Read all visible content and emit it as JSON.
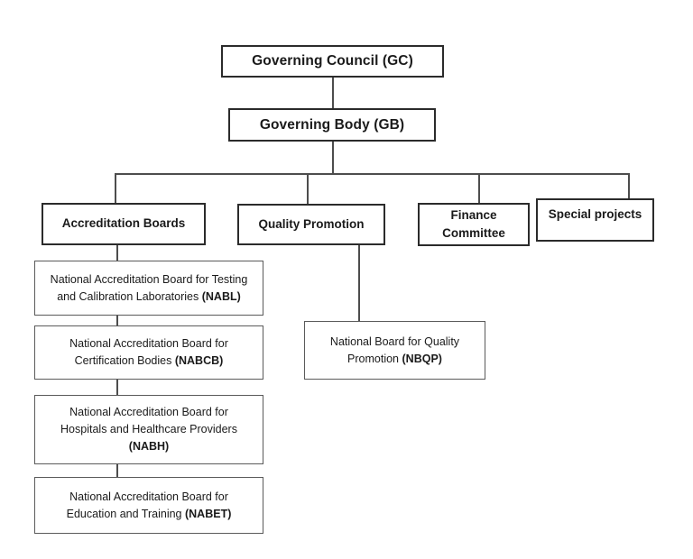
{
  "palette": {
    "background": "#ffffff",
    "box_border_dark": "#2b2b2b",
    "box_border_gray": "#5a5a5a",
    "connector_line": "#4d4d4d",
    "text": "#1a1a1a"
  },
  "org_chart": {
    "type": "organization-chart",
    "nodes": {
      "gc": {
        "label": "Governing Council (GC)"
      },
      "gb": {
        "label": "Governing Body (GB)"
      },
      "accreditation_boards": {
        "label": "Accreditation Boards"
      },
      "quality_promotion": {
        "label": "Quality Promotion"
      },
      "finance_committee": {
        "label": "Finance Committee"
      },
      "special_projects": {
        "label": "Special projects"
      },
      "nabl": {
        "line1": "National Accreditation Board for Testing",
        "line2": "and Calibration Laboratories",
        "acronym": "(NABL)"
      },
      "nabcb": {
        "line1": "National Accreditation Board for",
        "line2": "Certification Bodies",
        "acronym": "(NABCB)"
      },
      "nabh": {
        "line1": "National Accreditation Board for",
        "line2": "Hospitals and Healthcare Providers",
        "acronym": "(NABH)"
      },
      "nabet": {
        "line1": "National Accreditation Board for",
        "line2": "Education and Training",
        "acronym": "(NABET)"
      },
      "nbqp": {
        "line1": "National Board for Quality",
        "line2": "Promotion",
        "acronym": "(NBQP)"
      }
    },
    "edges": [
      "gc -> gb",
      "gb -> accreditation_boards",
      "gb -> quality_promotion",
      "gb -> finance_committee",
      "gb -> special_projects",
      "accreditation_boards -> nabl",
      "nabl -> nabcb",
      "nabcb -> nabh",
      "nabh -> nabet",
      "quality_promotion -> nbqp"
    ]
  }
}
